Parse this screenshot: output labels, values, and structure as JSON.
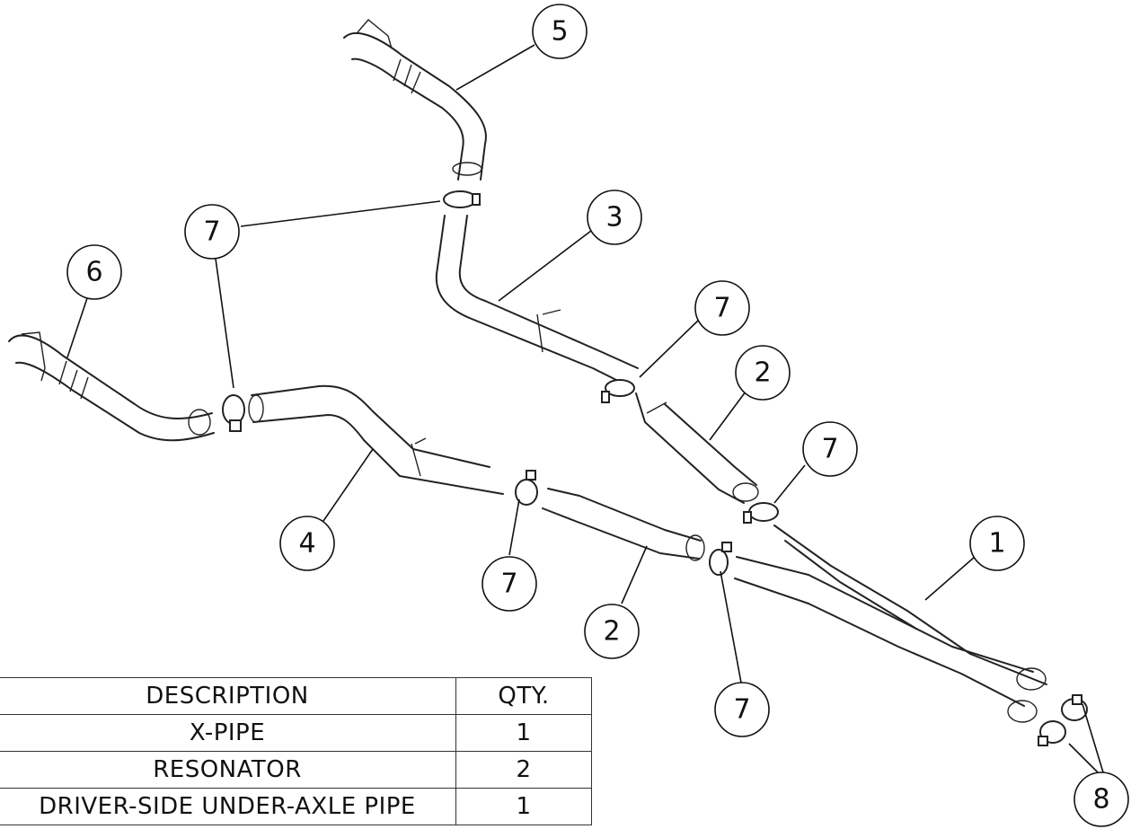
{
  "balloons": [
    {
      "label": "5"
    },
    {
      "label": "7"
    },
    {
      "label": "6"
    },
    {
      "label": "3"
    },
    {
      "label": "7"
    },
    {
      "label": "2"
    },
    {
      "label": "7"
    },
    {
      "label": "4"
    },
    {
      "label": "7"
    },
    {
      "label": "2"
    },
    {
      "label": "1"
    },
    {
      "label": "7"
    },
    {
      "label": "8"
    }
  ],
  "bom": {
    "headers": {
      "description": "DESCRIPTION",
      "qty": "QTY."
    },
    "rows": [
      {
        "description": "X-PIPE",
        "qty": "1"
      },
      {
        "description": "RESONATOR",
        "qty": "2"
      },
      {
        "description": "DRIVER-SIDE UNDER-AXLE PIPE",
        "qty": "1"
      }
    ]
  }
}
